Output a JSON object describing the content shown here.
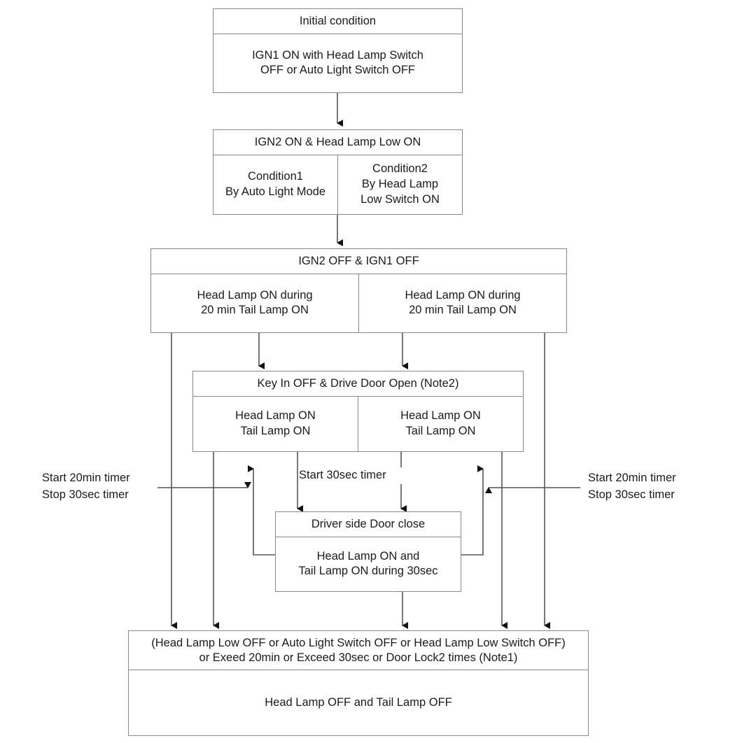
{
  "diagram": {
    "title": "Head Lamp / Tail Lamp control state flow",
    "type": "flowchart",
    "line_color": "#555555",
    "border_color": "#888888",
    "background": "#ffffff",
    "nodes": [
      {
        "id": "initial-condition",
        "header": "Initial condition",
        "cells": [
          "IGN1 ON with Head Lamp Switch\nOFF or Auto Light Switch OFF"
        ]
      },
      {
        "id": "ign2-on",
        "header": "IGN2 ON & Head Lamp Low ON",
        "cells": [
          "Condition1\nBy Auto Light Mode",
          "Condition2\nBy Head Lamp\nLow Switch ON"
        ]
      },
      {
        "id": "ign2-off",
        "header": "IGN2 OFF & IGN1 OFF",
        "cells": [
          "Head Lamp ON during\n20 min Tail Lamp ON",
          "Head Lamp ON during\n20 min Tail Lamp ON"
        ]
      },
      {
        "id": "key-in-off",
        "header": "Key In OFF & Drive Door Open (Note2)",
        "cells": [
          "Head Lamp ON\nTail Lamp ON",
          "Head Lamp ON\nTail Lamp ON"
        ]
      },
      {
        "id": "driver-door-close",
        "header": "Driver side Door close",
        "cells": [
          "Head Lamp ON and\nTail Lamp ON during 30sec"
        ]
      },
      {
        "id": "lamps-off",
        "header": "(Head Lamp Low OFF or Auto Light Switch OFF or Head Lamp Low Switch OFF)\nor Exeed  20min or Exceed 30sec or Door Lock2 times (Note1)",
        "cells": [
          "Head Lamp OFF and Tail Lamp OFF"
        ]
      }
    ],
    "annotations": [
      {
        "id": "left-timer-note",
        "text": "Start 20min timer\nStop 30sec timer"
      },
      {
        "id": "start-30sec-note",
        "text": "Start 30sec timer"
      },
      {
        "id": "right-timer-note",
        "text": "Start 20min timer\nStop 30sec timer"
      }
    ]
  }
}
